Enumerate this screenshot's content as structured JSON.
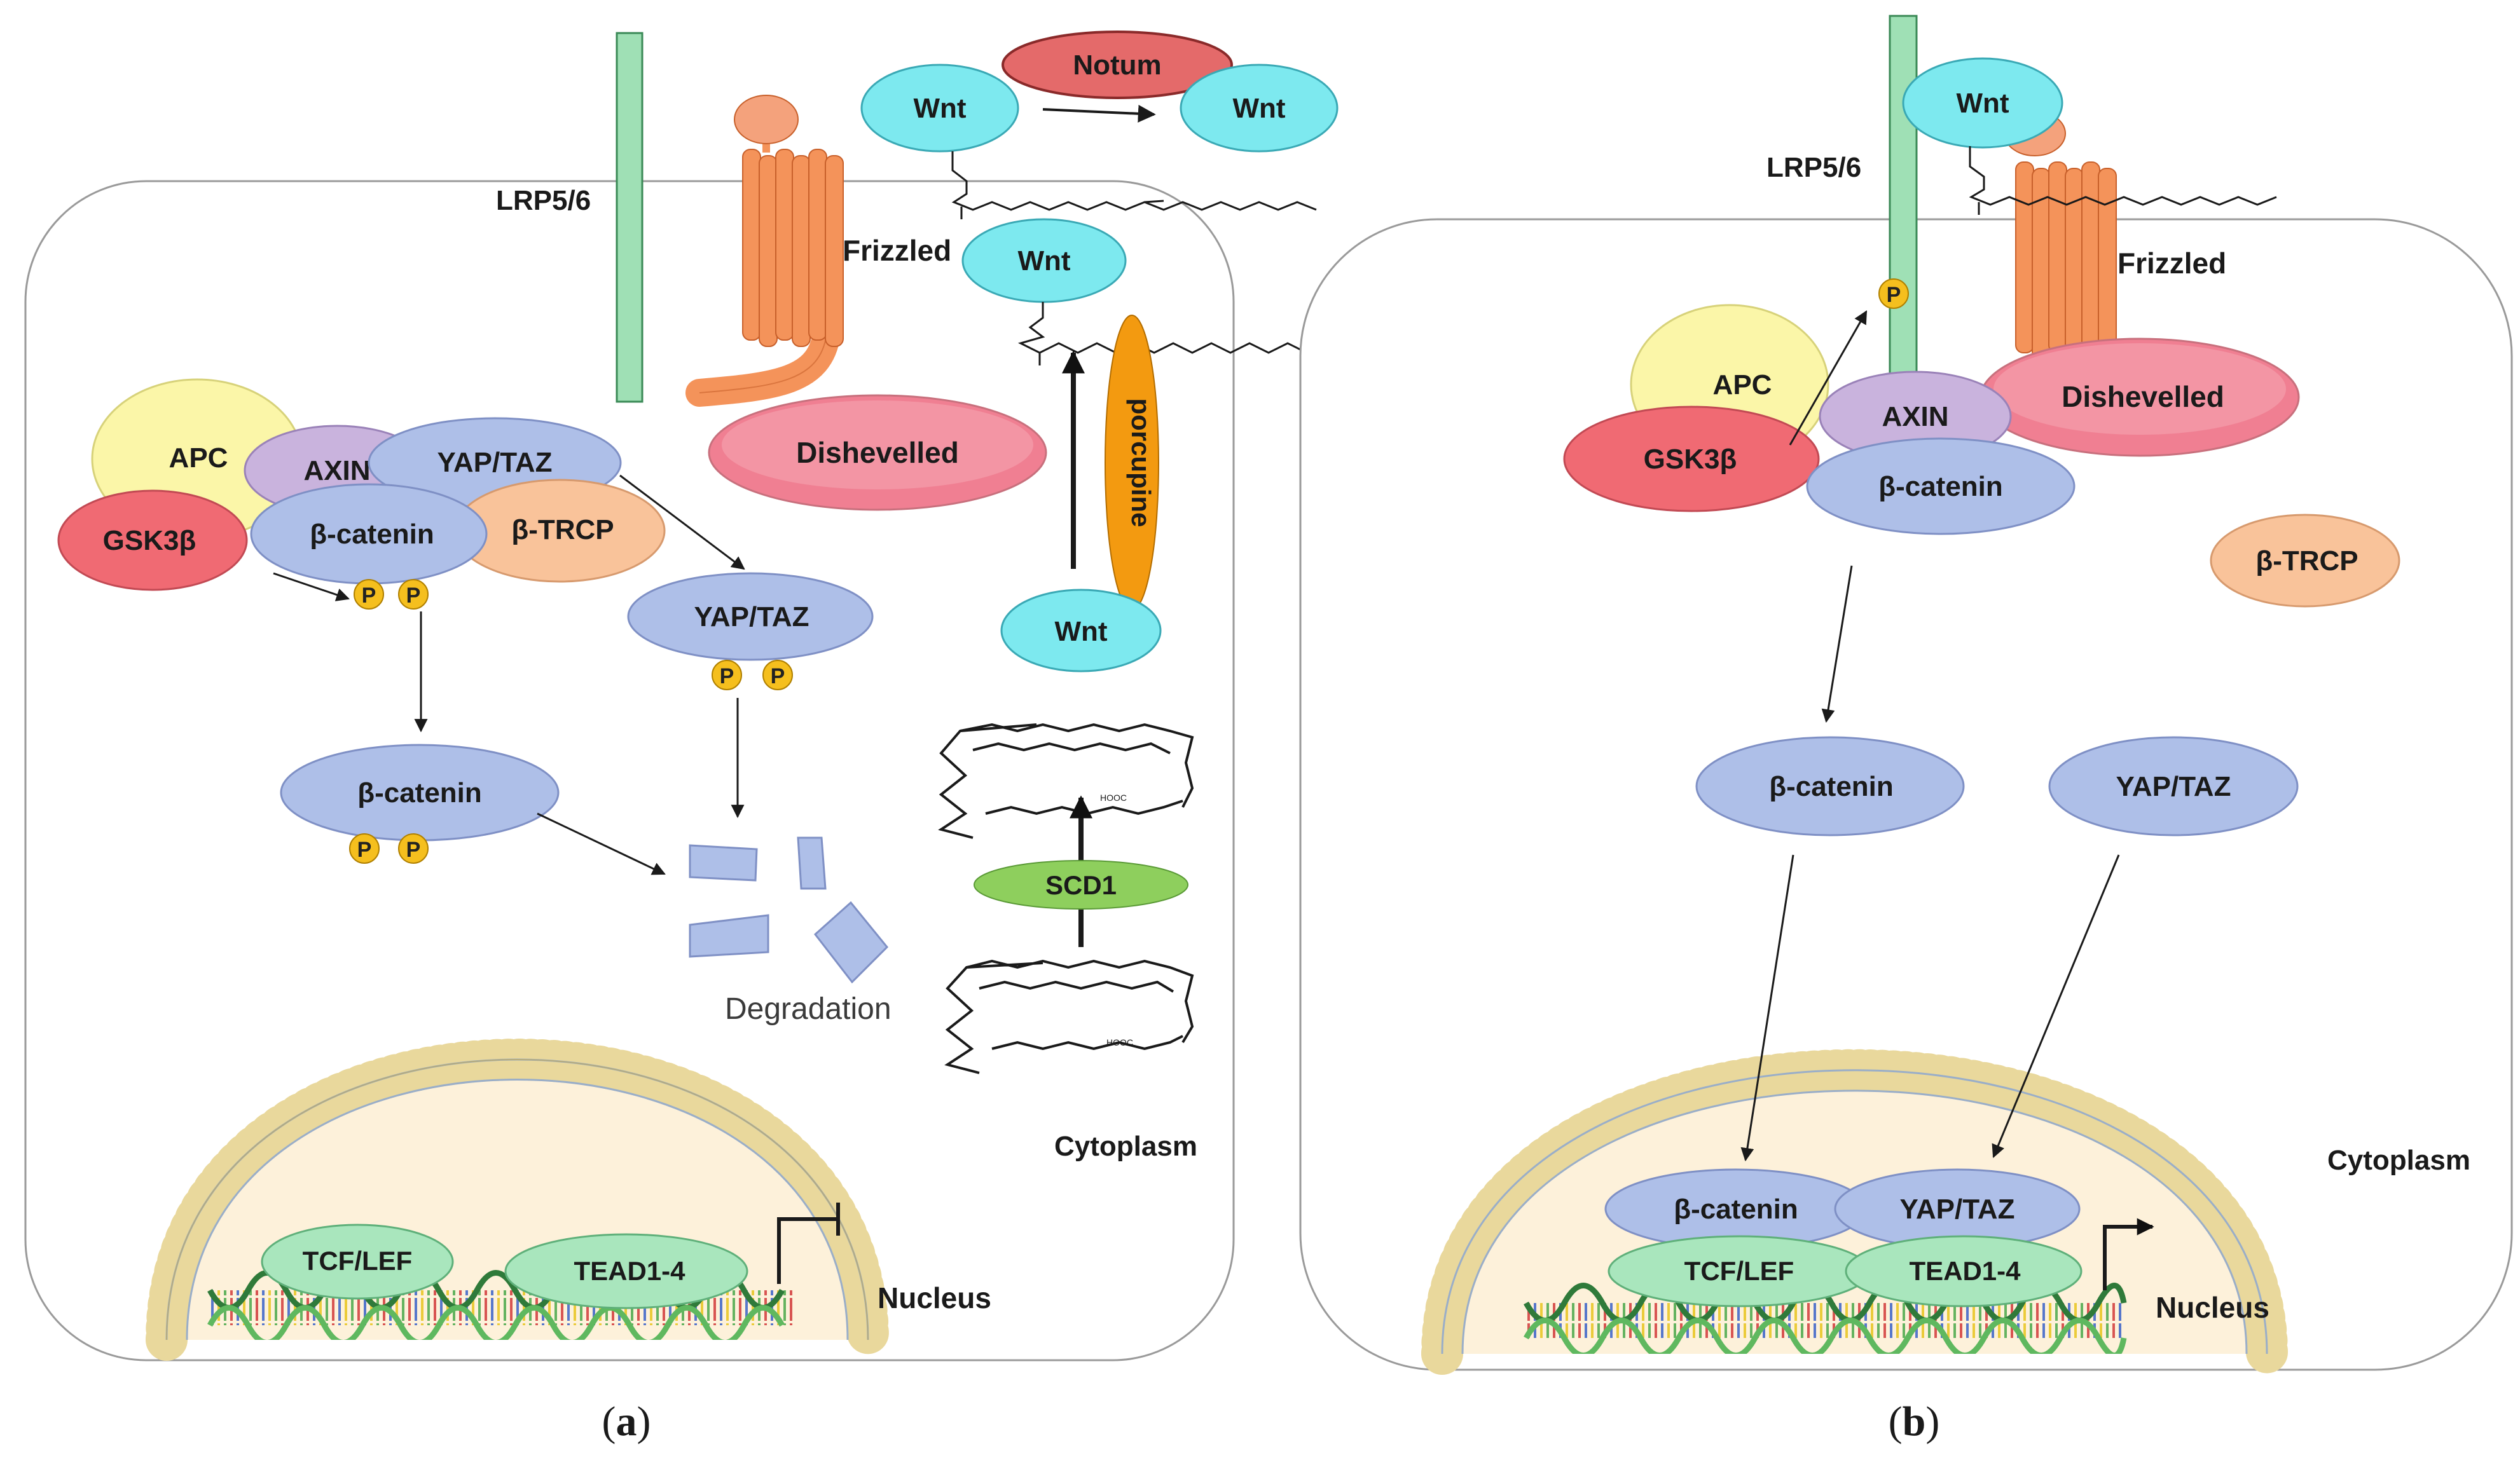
{
  "colors": {
    "apc": "#fbf6a8",
    "axin": "#c9b3dd",
    "beta_catenin": "#aebfe8",
    "yap_taz": "#aebfe8",
    "gsk3b": "#f06a73",
    "btrcp": "#f9c39a",
    "wnt": "#7de9ef",
    "notum": "#e46a6a",
    "dishevelled": "#f07f92",
    "frizzled": "#f4935a",
    "lrp": "#9fe0b5",
    "porcupine": "#f39a10",
    "scd1": "#8ecf5d",
    "tcf_tead": "#a9e6bd",
    "phospho": "#f5bf1e",
    "nucleus": "#fdf1da"
  },
  "labels": {
    "lrp": "LRP5/6",
    "frizzled": "Frizzled",
    "wnt": "Wnt",
    "notum": "Notum",
    "dishevelled": "Dishevelled",
    "porcupine": "porcupine",
    "apc": "APC",
    "axin": "AXIN",
    "yap_taz": "YAP/TAZ",
    "gsk3b": "GSK3β",
    "beta_catenin": "β-catenin",
    "btrcp": "β-TRCP",
    "phospho": "P",
    "degradation": "Degradation",
    "scd1": "SCD1",
    "hooc": "HOOC",
    "cytoplasm": "Cytoplasm",
    "nucleus": "Nucleus",
    "tcf_lef": "TCF/LEF",
    "tead": "TEAD1-4"
  },
  "captions": {
    "a_open": "(",
    "a_letter": "a",
    "a_close": ")",
    "b_open": "(",
    "b_letter": "b",
    "b_close": ")"
  }
}
